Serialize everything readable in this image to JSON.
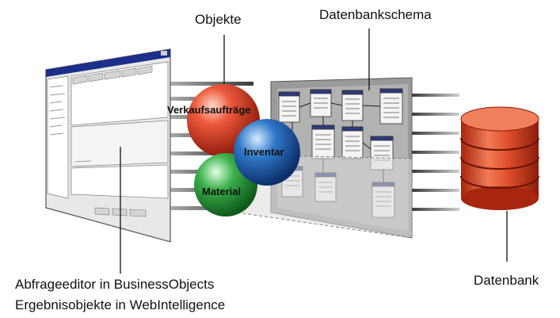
{
  "labels": {
    "objects": "Objekte",
    "schema": "Datenbankschema",
    "database": "Datenbank",
    "editor_line1": "Abfrageeditor in BusinessObjects",
    "editor_line2": "Ergebnisobjekte in WebIntelligence"
  },
  "objects": {
    "sales_orders": "Verkaufsaufträge",
    "inventory": "Inventar",
    "material": "Material"
  },
  "colors": {
    "sales_orders": "#d8321e",
    "inventory": "#1f5ca8",
    "material": "#2c9a3c",
    "database": "#e0502c",
    "schema_panel": "#9a9a9a"
  },
  "icons": {
    "editor_window": "query-editor-window-icon",
    "schema_tables": "table-icon",
    "database": "database-cylinder-icon"
  }
}
